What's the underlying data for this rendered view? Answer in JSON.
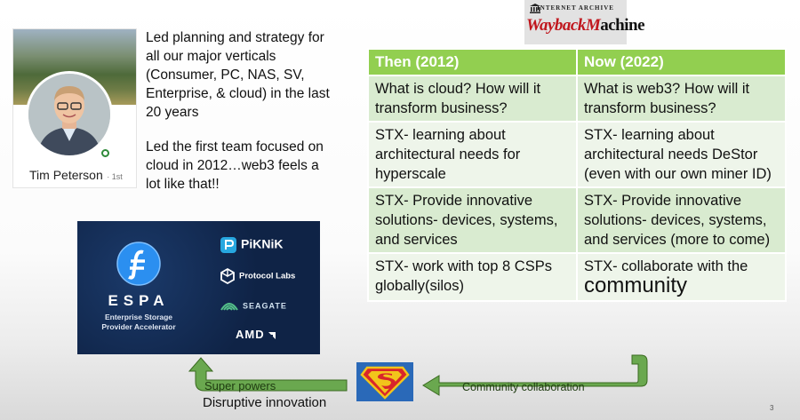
{
  "profile": {
    "name": "Tim Peterson",
    "degree": "1st"
  },
  "blurb": {
    "paragraph1": "Led planning and strategy for all our major verticals (Consumer, PC, NAS, SV, Enterprise, & cloud) in the last 20 years",
    "paragraph2": "Led the first team focused on cloud in 2012…web3 feels a lot like that!!"
  },
  "wayback_logo": {
    "top_text": "INTERNET ARCHIVE",
    "wordmark_red": "WaybackM",
    "wordmark_dark": "achine"
  },
  "table": {
    "headers": [
      "Then (2012)",
      "Now (2022)"
    ],
    "rows": [
      [
        "What is cloud?  How will it transform business?",
        "What is web3?  How will it transform business?"
      ],
      [
        "STX- learning about architectural needs for hyperscale",
        "STX- learning about architectural needs DeStor (even with our own miner ID)"
      ],
      [
        "STX- Provide innovative solutions- devices, systems, and services",
        "STX- Provide innovative solutions- devices, systems, and services (more to come)"
      ],
      [
        "STX- work with top 8 CSPs globally(silos)",
        "STX- collaborate with the"
      ]
    ],
    "last_row_emphasis": "community"
  },
  "espa": {
    "title": "ESPA",
    "subtitle_line1": "Enterprise Storage",
    "subtitle_line2": "Provider Accelerator",
    "partners": [
      "PiKNiK",
      "Protocol Labs",
      "SEAGATE",
      "AMD"
    ]
  },
  "flow": {
    "left_label": "Super powers",
    "right_label": "Community collaboration",
    "tagline": "Disruptive innovation"
  },
  "page_number": "3",
  "colors": {
    "header_green": "#92cf50",
    "row_green": "#d9ebd0",
    "arrow_green": "#6aa84f",
    "espa_navy": "#0f2346",
    "wayback_red": "#c0161d"
  }
}
